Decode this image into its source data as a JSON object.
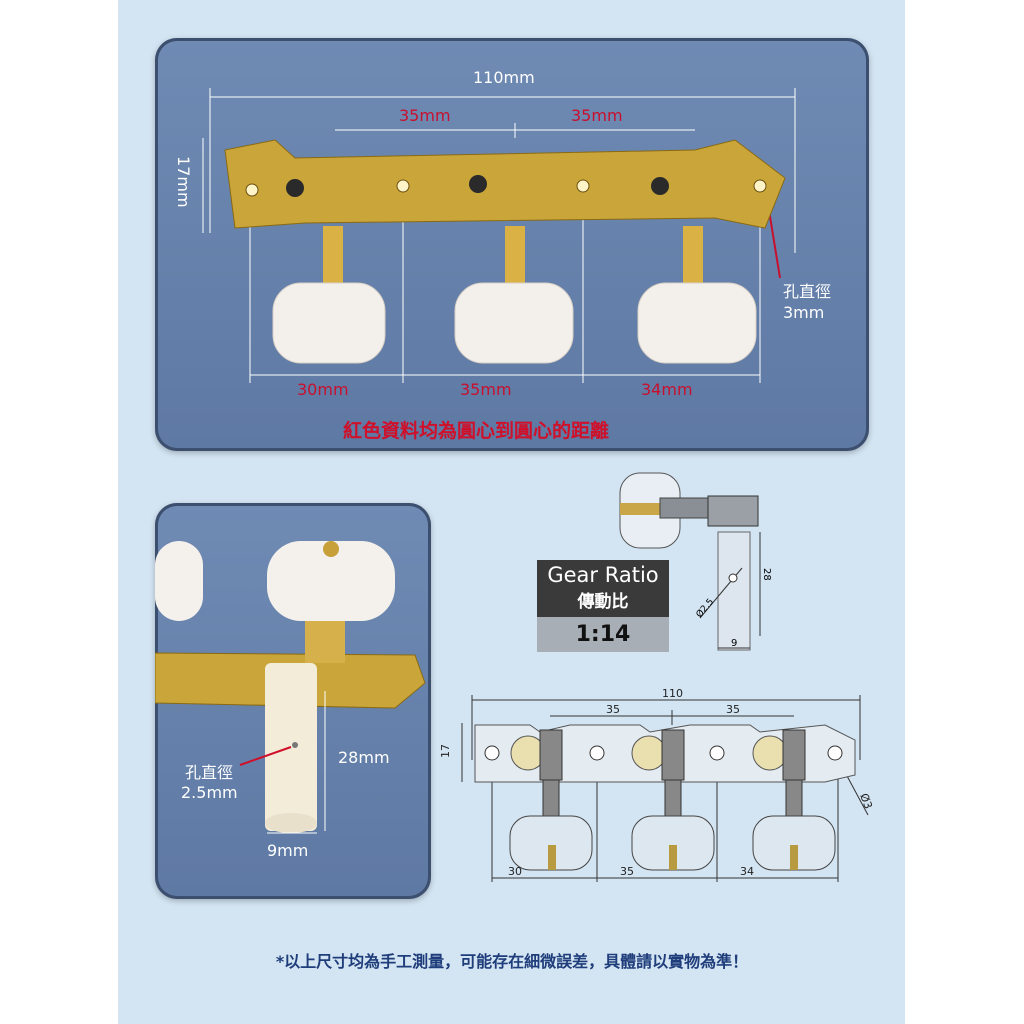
{
  "top_panel": {
    "total_width": "110mm",
    "spacing_left": "35mm",
    "spacing_right": "35mm",
    "height": "17mm",
    "hole_label": "孔直徑",
    "hole_size": "3mm",
    "button_gap_1": "30mm",
    "button_gap_2": "35mm",
    "button_gap_3": "34mm",
    "caption": "紅色資料均為圓心到圓心的距離"
  },
  "detail_panel": {
    "hole_label": "孔直徑",
    "hole_size": "2.5mm",
    "roller_length": "28mm",
    "roller_width": "9mm"
  },
  "gear_ratio": {
    "title": "Gear Ratio",
    "title_zh": "傳動比",
    "value": "1:14"
  },
  "side_drawing": {
    "length": "28",
    "width": "9",
    "hole": "Ø2.5"
  },
  "tech_drawing": {
    "total": "110",
    "spacing_1": "35",
    "spacing_2": "35",
    "height": "17",
    "gap_1": "30",
    "gap_2": "35",
    "gap_3": "34",
    "hole": "Ø3"
  },
  "note": "*以上尺寸均為手工測量，可能存在細微誤差，具體請以實物為準！"
}
